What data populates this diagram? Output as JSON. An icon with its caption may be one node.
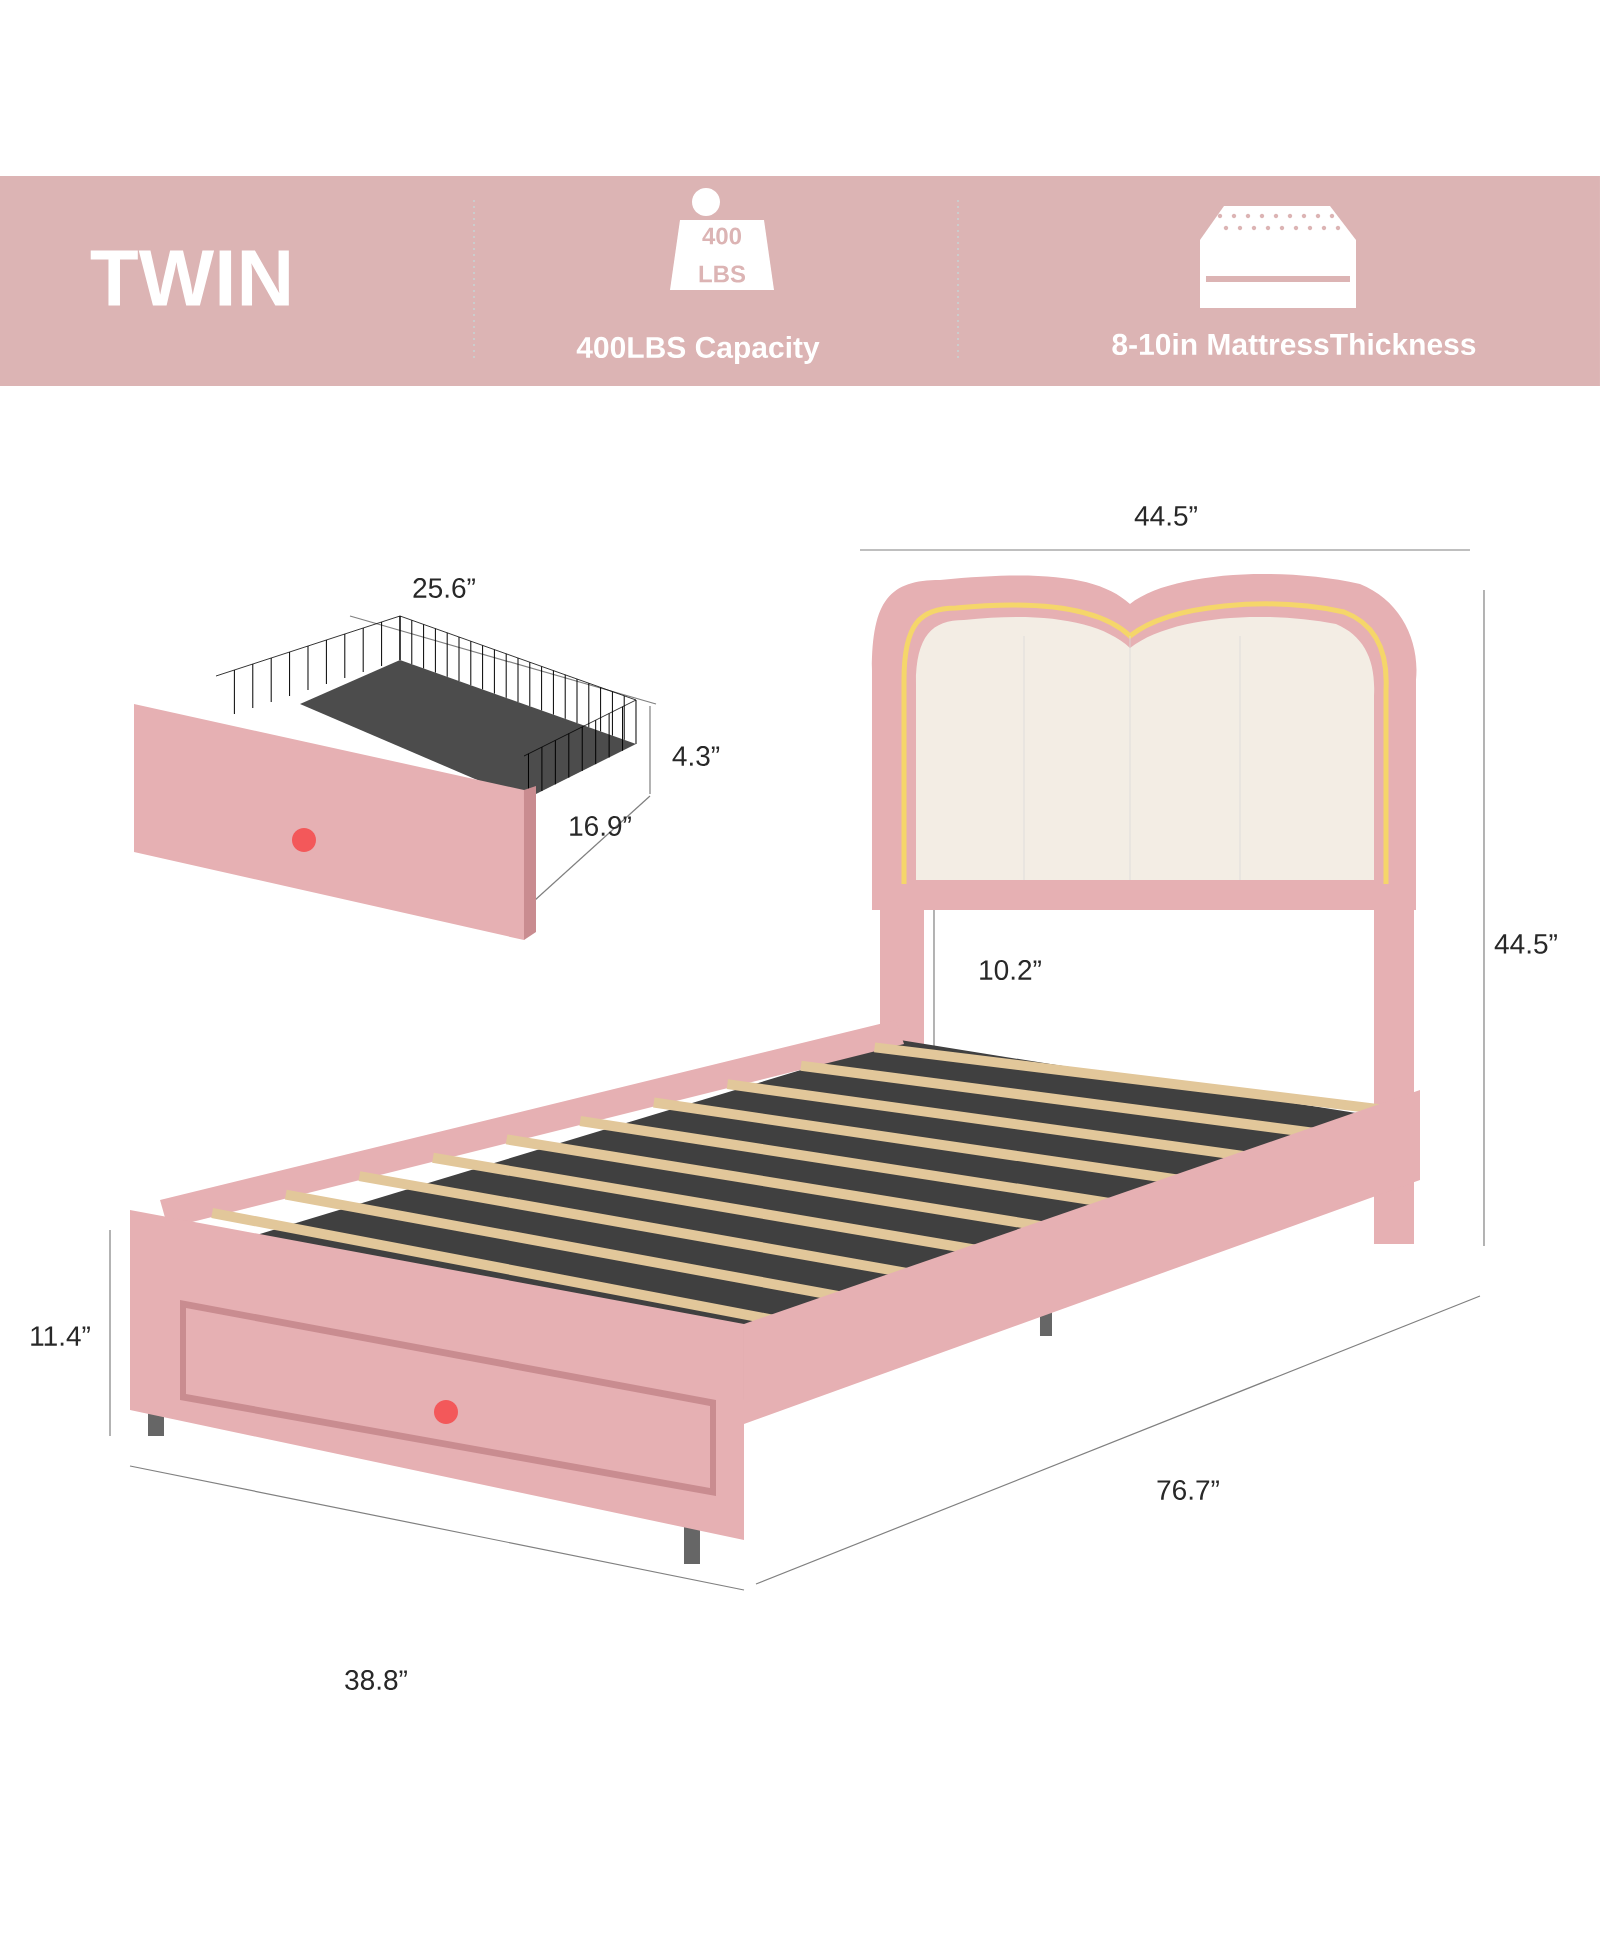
{
  "diagram": {
    "labels": [
      "TWIN",
      "400",
      "LBS",
      "400LBS Capacity",
      "8-10in MattressThickness",
      "44.5”",
      "25.6”",
      "4.3”",
      "16.9”",
      "44.5”",
      "10.2”",
      "11.4”",
      "76.7”",
      "38.8”"
    ]
  }
}
